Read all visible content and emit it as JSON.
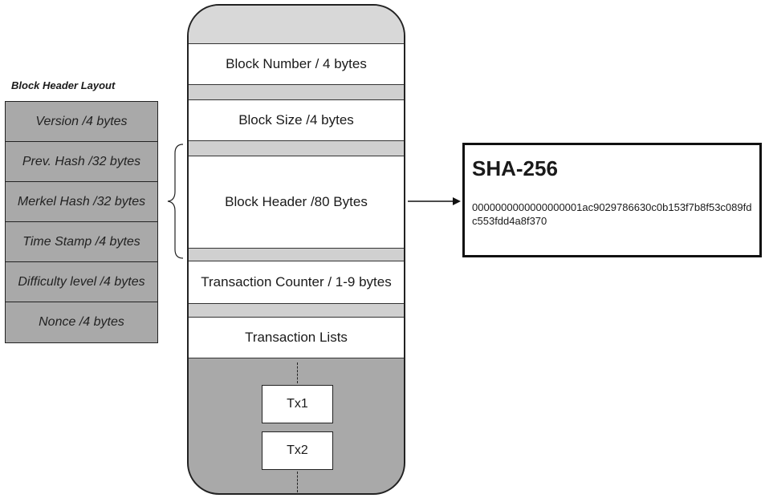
{
  "header_layout": {
    "title": "Block Header Layout",
    "fields": [
      "Version /4 bytes",
      "Prev. Hash /32 bytes",
      "Merkel Hash /32 bytes",
      "Time Stamp /4 bytes",
      "Difficulty level /4 bytes",
      "Nonce /4 bytes"
    ]
  },
  "block": {
    "block_number": "Block Number / 4 bytes",
    "block_size": "Block Size /4 bytes",
    "block_header": "Block Header /80 Bytes",
    "transaction_counter": "Transaction Counter / 1-9 bytes",
    "transaction_lists": "Transaction Lists",
    "transactions": [
      "Tx1",
      "Tx2"
    ]
  },
  "hash": {
    "title": "SHA-256",
    "value": "0000000000000000001ac9029786630c0b153f7b8f53c089fdc553fdd4a8f370"
  },
  "colors": {
    "field_fill": "#a9a9a9",
    "separator_fill": "#d0d0d0",
    "outline": "#222222"
  }
}
